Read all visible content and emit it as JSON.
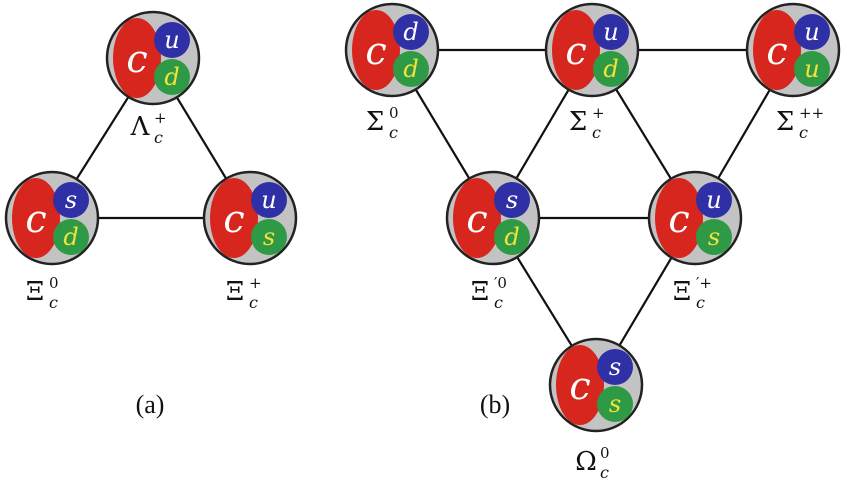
{
  "colors": {
    "charm_quark": "#d7261e",
    "blue_quark": "#2f2fa6",
    "green_quark": "#2e9a45",
    "disk": "#c3c3c3",
    "outline": "#222222",
    "line": "#111111"
  },
  "panels": {
    "a": {
      "label": "(a)"
    },
    "b": {
      "label": "(b)"
    }
  },
  "baryons": [
    {
      "id": "lambda_c_plus",
      "panel": "a",
      "heavy": "c",
      "q1": "u",
      "q2": "d",
      "q1_color": "blue",
      "q2_color": "green",
      "symbol": "Λ",
      "sup": "+",
      "sub": "c"
    },
    {
      "id": "xi_c_zero",
      "panel": "a",
      "heavy": "c",
      "q1": "s",
      "q2": "d",
      "q1_color": "blue",
      "q2_color": "green",
      "symbol": "Ξ",
      "sup": "0",
      "sub": "c"
    },
    {
      "id": "xi_c_plus",
      "panel": "a",
      "heavy": "c",
      "q1": "u",
      "q2": "s",
      "q1_color": "blue",
      "q2_color": "green",
      "symbol": "Ξ",
      "sup": "+",
      "sub": "c"
    },
    {
      "id": "sigma_c_zero",
      "panel": "b",
      "heavy": "c",
      "q1": "d",
      "q2": "d",
      "q1_color": "blue",
      "q2_color": "green",
      "symbol": "Σ",
      "sup": "0",
      "sub": "c"
    },
    {
      "id": "sigma_c_plus",
      "panel": "b",
      "heavy": "c",
      "q1": "u",
      "q2": "d",
      "q1_color": "blue",
      "q2_color": "green",
      "symbol": "Σ",
      "sup": "+",
      "sub": "c"
    },
    {
      "id": "sigma_c_plusplus",
      "panel": "b",
      "heavy": "c",
      "q1": "u",
      "q2": "u",
      "q1_color": "blue",
      "q2_color": "green",
      "symbol": "Σ",
      "sup": "++",
      "sub": "c"
    },
    {
      "id": "xi_c_prime_zero",
      "panel": "b",
      "heavy": "c",
      "q1": "s",
      "q2": "d",
      "q1_color": "blue",
      "q2_color": "green",
      "symbol": "Ξ",
      "sup": "′0",
      "sub": "c"
    },
    {
      "id": "xi_c_prime_plus",
      "panel": "b",
      "heavy": "c",
      "q1": "u",
      "q2": "s",
      "q1_color": "blue",
      "q2_color": "green",
      "symbol": "Ξ",
      "sup": "′+",
      "sub": "c"
    },
    {
      "id": "omega_c_zero",
      "panel": "b",
      "heavy": "c",
      "q1": "s",
      "q2": "s",
      "q1_color": "blue",
      "q2_color": "green",
      "symbol": "Ω",
      "sup": "0",
      "sub": "c"
    }
  ],
  "edges": [
    [
      "lambda_c_plus",
      "xi_c_zero"
    ],
    [
      "lambda_c_plus",
      "xi_c_plus"
    ],
    [
      "xi_c_zero",
      "xi_c_plus"
    ],
    [
      "sigma_c_zero",
      "sigma_c_plus"
    ],
    [
      "sigma_c_plus",
      "sigma_c_plusplus"
    ],
    [
      "sigma_c_zero",
      "xi_c_prime_zero"
    ],
    [
      "sigma_c_plus",
      "xi_c_prime_zero"
    ],
    [
      "sigma_c_plus",
      "xi_c_prime_plus"
    ],
    [
      "sigma_c_plusplus",
      "xi_c_prime_plus"
    ],
    [
      "xi_c_prime_zero",
      "xi_c_prime_plus"
    ],
    [
      "xi_c_prime_zero",
      "omega_c_zero"
    ],
    [
      "xi_c_prime_plus",
      "omega_c_zero"
    ]
  ]
}
